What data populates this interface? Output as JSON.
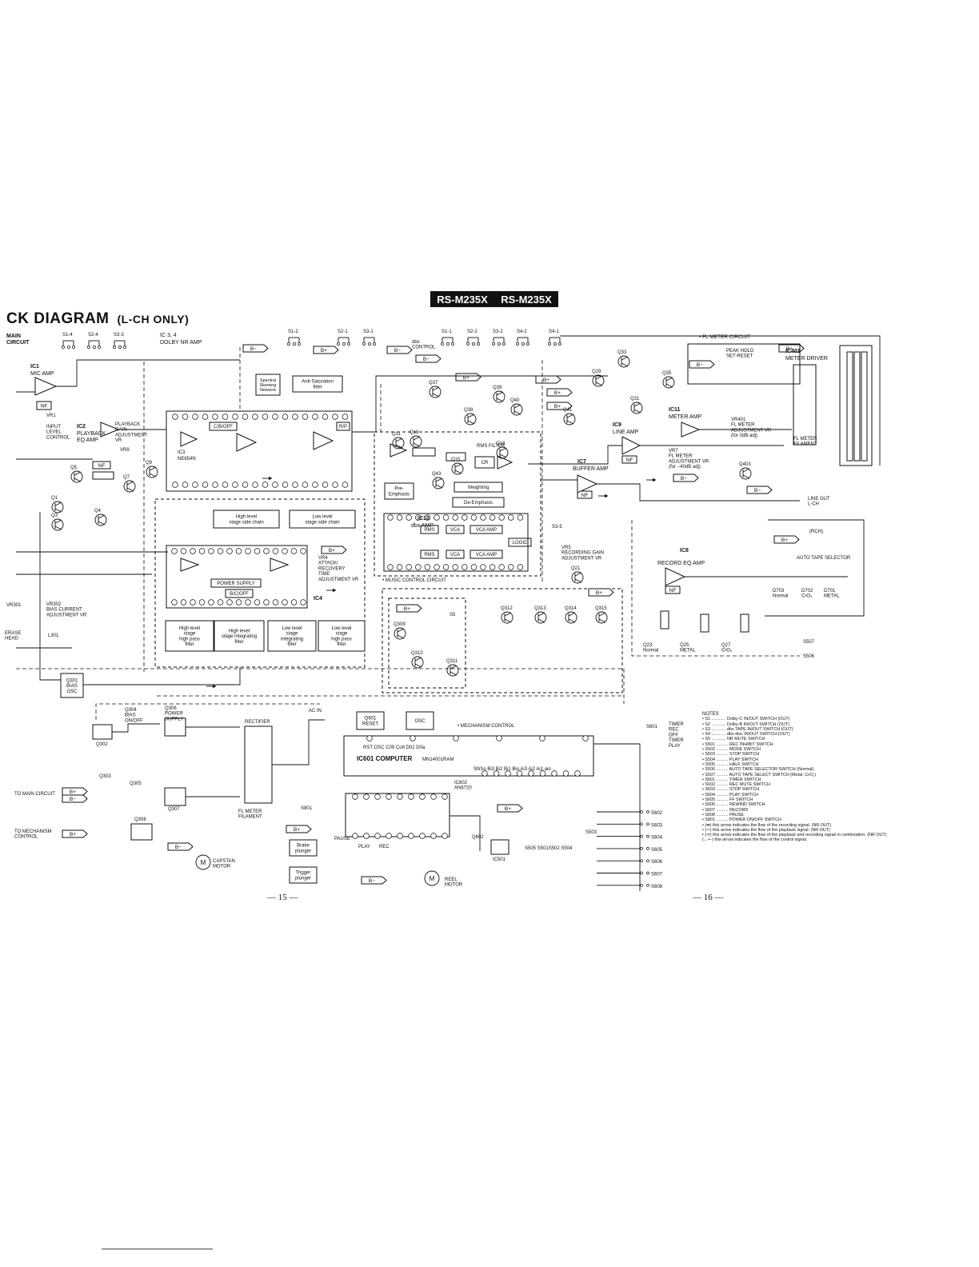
{
  "header": {
    "model_left": "RS-M235X",
    "model_right": "RS-M235X",
    "title": "CK DIAGRAM",
    "subtitle": "(L-CH ONLY)"
  },
  "pages": {
    "left": "— 15 —",
    "right": "— 16 —"
  },
  "switch_labels": {
    "s1_4": "S1-4",
    "s2_4": "S2-4",
    "s3_3": "S3-3",
    "s1_2": "S1-2",
    "s2_1": "S2-1",
    "s3_1": "S3-1",
    "s1_1": "S1-1",
    "s2_2": "S2-2",
    "s3_2": "S3-2",
    "s4_2": "S4-2",
    "s4_1": "S4-1",
    "s3_5": "S3-5",
    "s5": "S5"
  },
  "supply": {
    "bplus": "B+",
    "bminus": "B−"
  },
  "blocks": {
    "main_circuit": "MAIN\nCIRCUIT",
    "ic1": "IC1",
    "ic1_name": "MIC AMP",
    "ic2": "IC2",
    "ic2_name": "PLAYBACK\nEQ AMP",
    "ic34": "IC 3, 4",
    "ic34_name": "DOLBY NR AMP",
    "ic3": "IC3",
    "ic3_name": "NE654N",
    "ic4": "IC4",
    "nf": "NF",
    "vr1": "VR1",
    "input_level": "INPUT\nLEVEL\nCONTROL",
    "playback_gain": "PLAYBACK\nGAIN\nADJUSTMENT\nVR",
    "vr9": "VR9",
    "ic10": "IC10",
    "ic10_name": "dbx AMP",
    "ic9": "IC9",
    "ic9_name": "LINE AMP",
    "ic7": "IC7",
    "ic7_name": "BUFFER AMP",
    "ic8": "IC8",
    "ic8_name": "RECORD EQ AMP",
    "ic11": "IC11",
    "ic11_name": "METER AMP",
    "ic401": "IC401",
    "ic401_name": "METER DRIVER",
    "fl_meter": "• FL METER CIRCUIT",
    "peak_hold": "PEAK HOLD\nSET-RESET",
    "vr401": "VR401\nFL METER\nADJUSTMENT VR\n(for 0dB adj)",
    "fl_filament": "FL METER\nFILAMENT",
    "vr7": "VR7\nFL METER\nADJUSTMENT VR\n(for −40dB adj)",
    "spectral": "Spectral\nSkewing\nNetwork",
    "anti_sat": "Anti-Saturation\nfilter",
    "cb_off": "C/B/OFF",
    "rp": "R/P",
    "hl_side": "High level\nstage side chain",
    "ll_side": "Low level\nstage side chain",
    "power_supply": "POWER SUPPLY",
    "bc_off": "B/C/OFF",
    "hl_hp": "High level\nstage\nhigh pass\nfilter",
    "hl_int": "High level\nstage integrating\nfilter",
    "ll_int": "Low level\nstage\nintegrating\nfilter",
    "ll_hp": "Low level\nstage\nhigh pass\nfilter",
    "dbx_control": "dbx\nCONTROL",
    "rms_filter": "RMS FILTER",
    "cr": "CR",
    "pre_emph": "Pre-\nEmphasis",
    "weighting": "Weighting",
    "de_emph": "De-Emphasis",
    "rms": "RMS",
    "vca": "VCA",
    "vca_amp": "VCA AMP",
    "logic": "LOGIC",
    "vr4": "VR4\nATTACK/\nRECOVERY\nTIME\nADJUSTMENT VR",
    "music_control": "• MUSIC CONTROL CIRCUIT",
    "vr5": "VR5\nRECORDING GAIN\nADJUSTMENT VR",
    "line_out": "LINE OUT\nL-CH",
    "rch": "(RCH)",
    "auto_tape": "AUTO TAPE SELECTOR",
    "d703": "D703\nNormal",
    "d702": "D702\nCrO₂",
    "d701": "D701\nMETAL",
    "q23": "Q23\nNormal",
    "q25": "Q25\nMETAL",
    "q27": "Q27\nCrO₂",
    "s507": "S507",
    "s506": "S506",
    "vr301": "VR301",
    "vr302": "VR302\nBIAS CURRENT\nADJUSTMENT VR",
    "erase": "ERASE\nHEAD",
    "l301": "L301",
    "q301": "Q301\nBIAS\nOSC",
    "q302": "Q302",
    "q303": "Q303",
    "q304": "Q304\nBIAS\nON/OFF",
    "q305": "Q305",
    "q306": "Q306\nPOWER\nSUPPLY",
    "q307": "Q307",
    "q308": "Q308",
    "rectifier": "RECTIFIER",
    "ac_in": "AC IN",
    "to_main": "TO MAIN CIRCUIT",
    "to_mech": "TO MECHANISM\nCONTROL",
    "fl_meter_fil": "FL METER\nFILAMENT",
    "s801": "S801",
    "brake": "Brake\nplunger",
    "trigger": "Trigger\nplunger",
    "capstan": "CAPSTAN\nMOTOR",
    "reel": "REEL\nMOTOR",
    "q601": "Q601\nRESET",
    "osc": "OSC",
    "mech_control": "• MECHANISM CONTROL",
    "ic601": "IC601 COMPUTER",
    "ic601_part": "MN14001RAM",
    "ic602": "IC602\nAN6720",
    "q602": "Q602",
    "ic501": "IC501",
    "pause": "PAUSE",
    "play": "PLAY",
    "rec": "REC",
    "timer": "TIMER\nREC\nOFF\nTIMER\nPLAY",
    "s601": "S601",
    "pins_top": "RST  OSC  C09  Co8  D02  D0a",
    "pins_mid": "SNSo Bi3 Bi2 Bi1 Bio Ai3 Ai2 Ai1 aio",
    "s505_504": "S505 S501S502 S504",
    "s503": "S503"
  },
  "transistors": [
    "Q1",
    "Q3",
    "Q4",
    "Q5",
    "Q7",
    "Q9",
    "Q11",
    "Q13",
    "Q15",
    "Q19",
    "Q21",
    "Q29",
    "Q31",
    "Q33",
    "Q35",
    "Q37",
    "Q38",
    "Q39",
    "Q40",
    "Q41",
    "Q43",
    "Q309",
    "Q310",
    "Q311",
    "Q312",
    "Q313",
    "Q314",
    "Q315",
    "Q403"
  ],
  "s60x": [
    "S602",
    "S603",
    "S604",
    "S605",
    "S606",
    "S607",
    "S608"
  ],
  "notes": {
    "heading": "NOTES",
    "items": [
      "• S1 ............ Dolby-C IN/OUT SWITCH (OUT)",
      "• S2 ............ Dolby-B IN/OUT SWITCH (OUT)",
      "• S3 ............ dbx TAPE IN/OUT SWITCH (OUT)",
      "• S4 ............ dbx disc IN/OUT SWITCH (OUT)",
      "• S5 ............ NR MUTE SWITCH",
      "• S501 .......... REC INHIBIT SWITCH",
      "• S502 .......... MODE SWITCH",
      "• S503 .......... STOP SWITCH",
      "• S504 .......... PLAY SWITCH",
      "• S505 .......... HALF SWITCH",
      "• S506 .......... AUTO TAPE SELECTOR SWITCH (Normal)",
      "• S507 .......... AUTO TAPE SELECT SWITCH (Metal, CrO₂)",
      "• S601 .......... TIMER SWITCH",
      "• S602 .......... REC MUTE SWITCH",
      "• S603 .......... STOP SWITCH",
      "• S604 .......... PLAY SWITCH",
      "• S605 .......... FF SWITCH",
      "• S606 .......... REWIND SWITCH",
      "• S607 .......... RECORD",
      "• S608 .......... PAUSE",
      "• S801 .......... POWER ON/OFF SWITCH",
      "• (➡) this arrow indicates the flow of the recording signal. (NR OUT)",
      "• (⇨) this arrow indicates the flow of the playback signal. (NR OUT)",
      "• (⇒) this arrow indicates the flow of the playback and recording signal in combination. (NR OUT)",
      "(←•–) this arrow indicates the flow of the control signal."
    ]
  }
}
